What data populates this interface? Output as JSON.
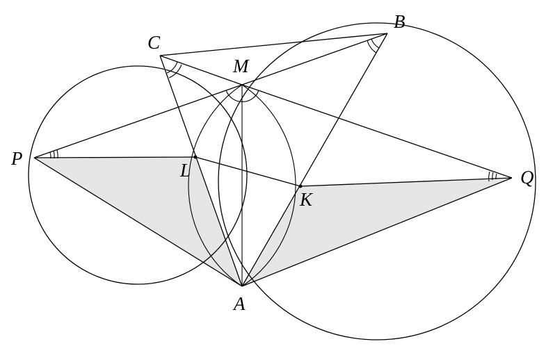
{
  "diagram": {
    "points": {
      "P": "P",
      "C": "C",
      "M": "M",
      "B": "B",
      "Q": "Q",
      "L": "L",
      "K": "K",
      "A": "A"
    }
  }
}
